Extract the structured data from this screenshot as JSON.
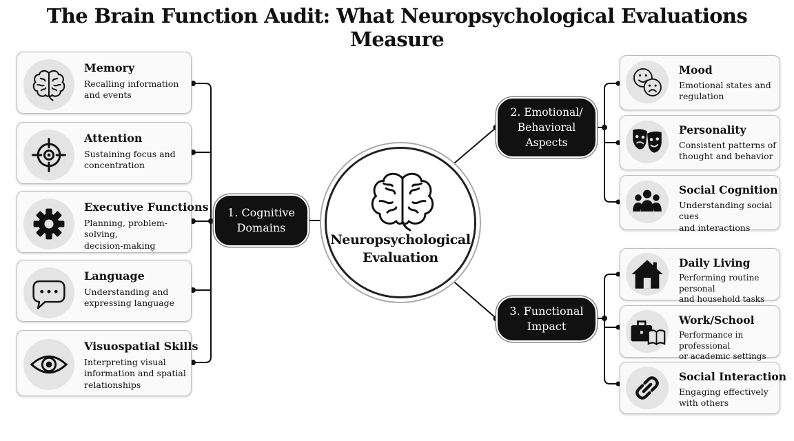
{
  "title": "The Brain Function Audit: What Neuropsychological Evaluations Measure",
  "center": {
    "label": "Neuropsychological\nEvaluation",
    "icon": "brain-icon"
  },
  "categories": {
    "cognitive": "1. Cognitive\nDomains",
    "emotional": "2. Emotional/\nBehavioral\nAspects",
    "functional": "3. Functional\nImpact"
  },
  "cognitive_items": [
    {
      "title": "Memory",
      "desc": "Recalling information\nand events",
      "icon": "brain-icon"
    },
    {
      "title": "Attention",
      "desc": "Sustaining focus and\nconcentration",
      "icon": "target-icon"
    },
    {
      "title": "Executive Functions",
      "desc": "Planning, problem-solving,\ndecision-making",
      "icon": "gear-icon"
    },
    {
      "title": "Language",
      "desc": "Understanding and\nexpressing language",
      "icon": "speech-bubble-icon"
    },
    {
      "title": "Visuospatial Skills",
      "desc": "Interpreting visual\ninformation and spatial\nrelationships",
      "icon": "eye-icon"
    }
  ],
  "emotional_items": [
    {
      "title": "Mood",
      "desc": "Emotional states and\nregulation",
      "icon": "faces-icon"
    },
    {
      "title": "Personality",
      "desc": "Consistent patterns of\nthought and behavior",
      "icon": "theater-masks-icon"
    },
    {
      "title": "Social Cognition",
      "desc": "Understanding social cues\nand interactions",
      "icon": "people-icon"
    }
  ],
  "functional_items": [
    {
      "title": "Daily Living",
      "desc": "Performing routine personal\nand household tasks",
      "icon": "house-icon"
    },
    {
      "title": "Work/School",
      "desc": "Performance in professional\nor academic settings",
      "icon": "briefcase-book-icon"
    },
    {
      "title": "Social Interaction",
      "desc": "Engaging effectively\nwith others",
      "icon": "chain-link-icon"
    }
  ]
}
